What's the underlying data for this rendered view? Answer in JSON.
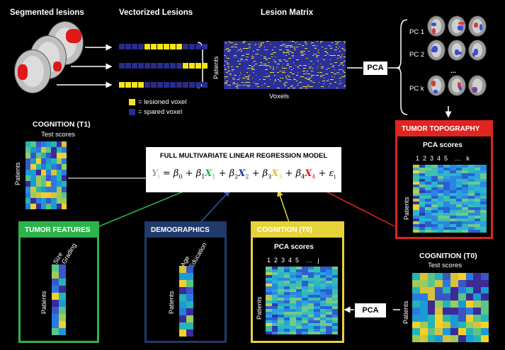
{
  "top": {
    "segmented_lesions": "Segmented lesions",
    "vectorized_lesions": "Vectorized Lesions",
    "lesion_matrix": "Lesion Matrix",
    "patients": "Patients",
    "voxels": "Voxels",
    "legend_lesioned": "= lesioned voxel",
    "legend_spared": "= spared voxel",
    "pca": "PCA",
    "pc_labels": [
      "PC 1",
      "PC 2",
      "PC k"
    ],
    "ellipsis": "..."
  },
  "cognition_t1": {
    "title": "COGNITION (T1)",
    "subtitle": "Test scores",
    "patients": "Patients"
  },
  "model": {
    "title": "FULL MULTIVARIATE LINEAR REGRESSION MODEL",
    "equation": {
      "y": "Y",
      "y_sub": "i",
      "eq": " = ",
      "b0": "β",
      "b0_sub": "0",
      "plus1": " + ",
      "b1": "β",
      "b1_sub": "1",
      "x1": "X",
      "x1_sub": "1",
      "plus2": " + ",
      "b2": "β",
      "b2_sub": "2",
      "x2": "X",
      "x2_sub": "2",
      "plus3": " + ",
      "b3": "β",
      "b3_sub": "3",
      "x3": "X",
      "x3_sub": "3",
      "plus4": " + ",
      "b4": "β",
      "b4_sub": "4",
      "x4": "X",
      "x4_sub": "4",
      "plus5": " + ",
      "eps": "ε",
      "eps_sub": "i"
    }
  },
  "tumor_topography": {
    "title": "TUMOR TOPOGRAPHY",
    "pca_scores": "PCA scores",
    "columns": "1  2  3  4  5    …   k",
    "patients": "Patients"
  },
  "tumor_features": {
    "title": "TUMOR FEATURES",
    "col1": "Size",
    "col2": "Grading",
    "patients": "Patients"
  },
  "demographics": {
    "title": "DEMOGRAPHICS",
    "col1": "Age",
    "col2": "Education",
    "patients": "Patients"
  },
  "cognition_t0_box": {
    "title": "COGNITION (T0)",
    "pca_scores": "PCA scores",
    "columns": "1  2  3  4  5    …   j",
    "patients": "Patients"
  },
  "cognition_t0": {
    "title": "COGNITION (T0)",
    "subtitle": "Test scores",
    "patients": "Patients",
    "pca": "PCA"
  },
  "colors": {
    "green": "#2db34a",
    "navy": "#1f3a6b",
    "yellow": "#e6d33a",
    "red": "#e0241f",
    "lesioned": "#f5e61c",
    "spared": "#2a2d8c"
  }
}
